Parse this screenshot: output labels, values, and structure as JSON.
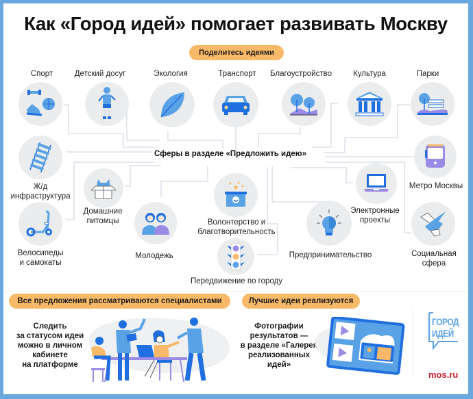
{
  "title": "Как «Город идей» помогает развивать Москву",
  "share_pill": "Поделитесь идеями",
  "center_label": "Сферы в разделе «Предложить идею»",
  "spheres": {
    "sport": "Спорт",
    "kids": "Детский досуг",
    "ecology": "Экология",
    "transport": "Транспорт",
    "improvement": "Благоустройство",
    "culture": "Культура",
    "parks": "Парки",
    "railway_1": "Ж/д",
    "railway_2": "инфраструктура",
    "pets_1": "Домашние",
    "pets_2": "питомцы",
    "bikes_1": "Велосипеды",
    "bikes_2": "и самокаты",
    "youth": "Молодежь",
    "volunteer_1": "Волонтерство и",
    "volunteer_2": "благотворительность",
    "traffic": "Передвижение по городу",
    "business": "Предпринимательство",
    "eprojects_1": "Электронные",
    "eprojects_2": "проекты",
    "metro": "Метро Москвы",
    "social_1": "Социальная",
    "social_2": "сфера"
  },
  "review": {
    "pill": "Все предложения рассматриваются специалистами",
    "lines": [
      "Следить",
      "за статусом идеи",
      "можно в личном",
      "кабинете",
      "на платформе"
    ]
  },
  "best": {
    "pill": "Лучшие идеи реализуются",
    "lines": [
      "Фотографии",
      "результатов —",
      "в разделе «Галерея",
      "реализованных",
      "идей»"
    ]
  },
  "logo": {
    "line1": "ГОРОД",
    "line2": "ИДЕЙ"
  },
  "mosru": "mos.ru",
  "colors": {
    "frame": "#6aa7dc",
    "pill": "#f8b968",
    "icon_blue": "#1f6fe0",
    "icon_light_blue": "#5aa2e6",
    "icon_purple": "#9a8be6",
    "circle_bg": "#ebeced",
    "line": "#c9cfdb",
    "mosru_red": "#c8202b"
  }
}
